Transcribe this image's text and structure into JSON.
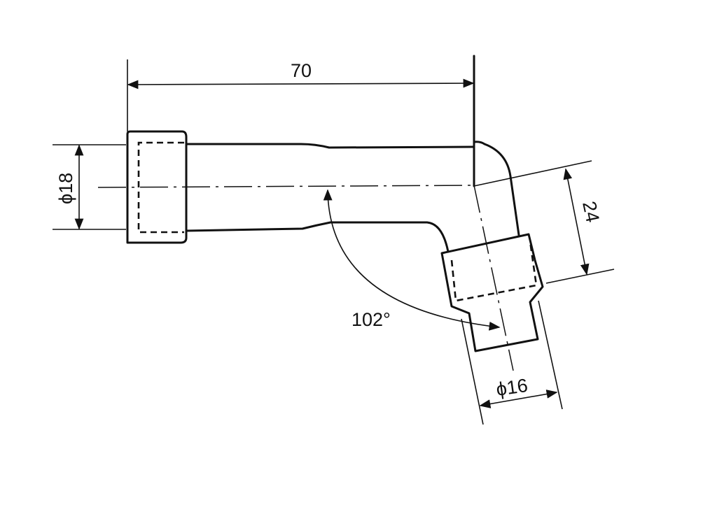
{
  "drawing": {
    "dimensions": {
      "length": "70",
      "inlet_diameter": "ϕ18",
      "outlet_offset": "24",
      "outlet_diameter": "ϕ16",
      "angle": "102°"
    },
    "line_color": "#111111"
  }
}
